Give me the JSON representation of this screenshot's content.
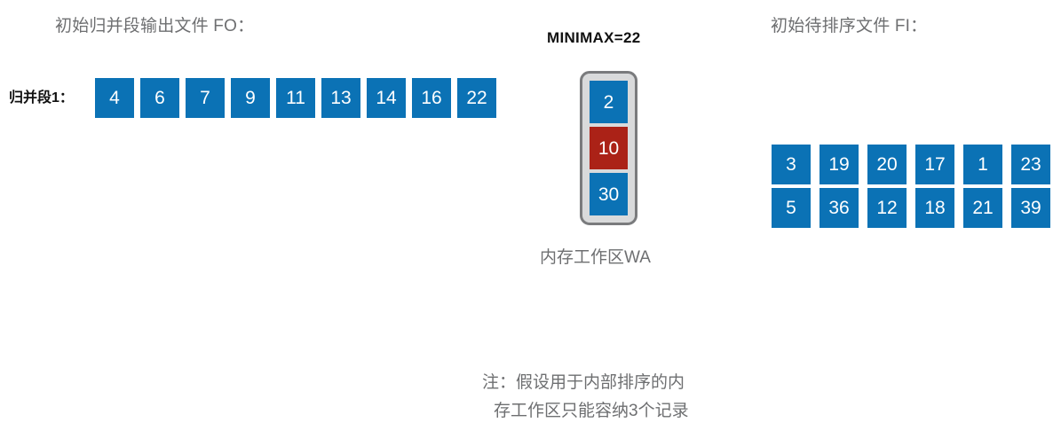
{
  "fo_section": {
    "heading": "初始归并段输出文件 FO：",
    "run_label": "归并段1：",
    "run_values": [
      "4",
      "6",
      "7",
      "9",
      "11",
      "13",
      "14",
      "16",
      "22"
    ]
  },
  "work_area": {
    "minimax_label": "MINIMAX=22",
    "caption": "内存工作区WA",
    "slots": [
      {
        "value": "2",
        "state": "blue"
      },
      {
        "value": "10",
        "state": "red"
      },
      {
        "value": "30",
        "state": "blue"
      }
    ]
  },
  "fi_section": {
    "heading": "初始待排序文件 FI：",
    "rows": [
      [
        "3",
        "19",
        "20",
        "17",
        "1",
        "23"
      ],
      [
        "5",
        "36",
        "12",
        "18",
        "21",
        "39"
      ]
    ]
  },
  "note": {
    "line1": "注：假设用于内部排序的内",
    "line2": "存工作区只能容纳3个记录"
  },
  "colors": {
    "cell_blue": "#0b72b5",
    "cell_red": "#ab2217",
    "work_area_fill": "#d9dadb",
    "work_area_border": "#7a7b7d",
    "muted_text": "#6e6f71",
    "strong_text": "#111111",
    "background": "#ffffff"
  }
}
